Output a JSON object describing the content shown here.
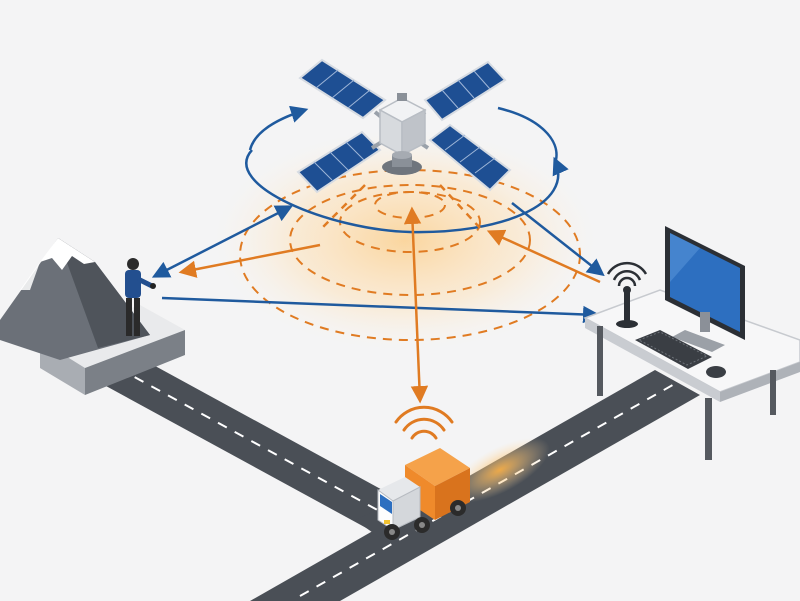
{
  "diagram": {
    "colors": {
      "background": "#f4f4f5",
      "blue_link": "#1f5a9e",
      "orange_link": "#e07b22",
      "signal_glow": "#f5b25a",
      "road": "#4a4f56",
      "road_marking": "#ffffff",
      "panel_blue": "#1e4f93",
      "truck_cargo": "#ef8a2b",
      "monitor_screen": "#2d6fc0"
    },
    "nodes": {
      "satellite": {
        "icon": "satellite-icon"
      },
      "field_user": {
        "icon": "person-icon"
      },
      "mountain": {
        "icon": "mountain-icon"
      },
      "ground_station": {
        "icon": "antenna-icon"
      },
      "computer": {
        "icon": "desktop-monitor-icon"
      },
      "vehicle": {
        "icon": "delivery-truck-icon"
      }
    },
    "links": [
      {
        "from": "satellite",
        "to": "field_user",
        "kind": "blue"
      },
      {
        "from": "satellite",
        "to": "ground_station",
        "kind": "blue"
      },
      {
        "from": "field_user",
        "to": "ground_station",
        "kind": "blue"
      },
      {
        "from": "satellite",
        "to": "vehicle",
        "kind": "orange"
      },
      {
        "from": "satellite",
        "to": "field_user",
        "kind": "orange"
      },
      {
        "from": "satellite",
        "to": "ground_station",
        "kind": "orange"
      }
    ]
  }
}
